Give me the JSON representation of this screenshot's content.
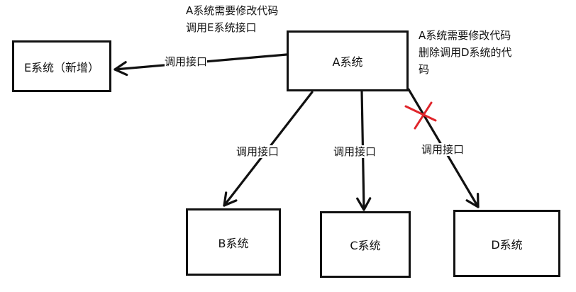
{
  "boxes": {
    "a": "A系统",
    "b": "B系统",
    "c": "C系统",
    "d": "D系统",
    "e": "E系统（新增）"
  },
  "edges": {
    "a_to_e": "调用接口",
    "a_to_b": "调用接口",
    "a_to_c": "调用接口",
    "a_to_d": "调用接口"
  },
  "notes": {
    "add_e": [
      "A系统需要修改代码",
      "调用E系统接口"
    ],
    "remove_d": [
      "A系统需要修改代码",
      "删除调用D系统的代",
      "码"
    ]
  },
  "colors": {
    "line": "#111111",
    "removed_mark": "#e0252b"
  }
}
